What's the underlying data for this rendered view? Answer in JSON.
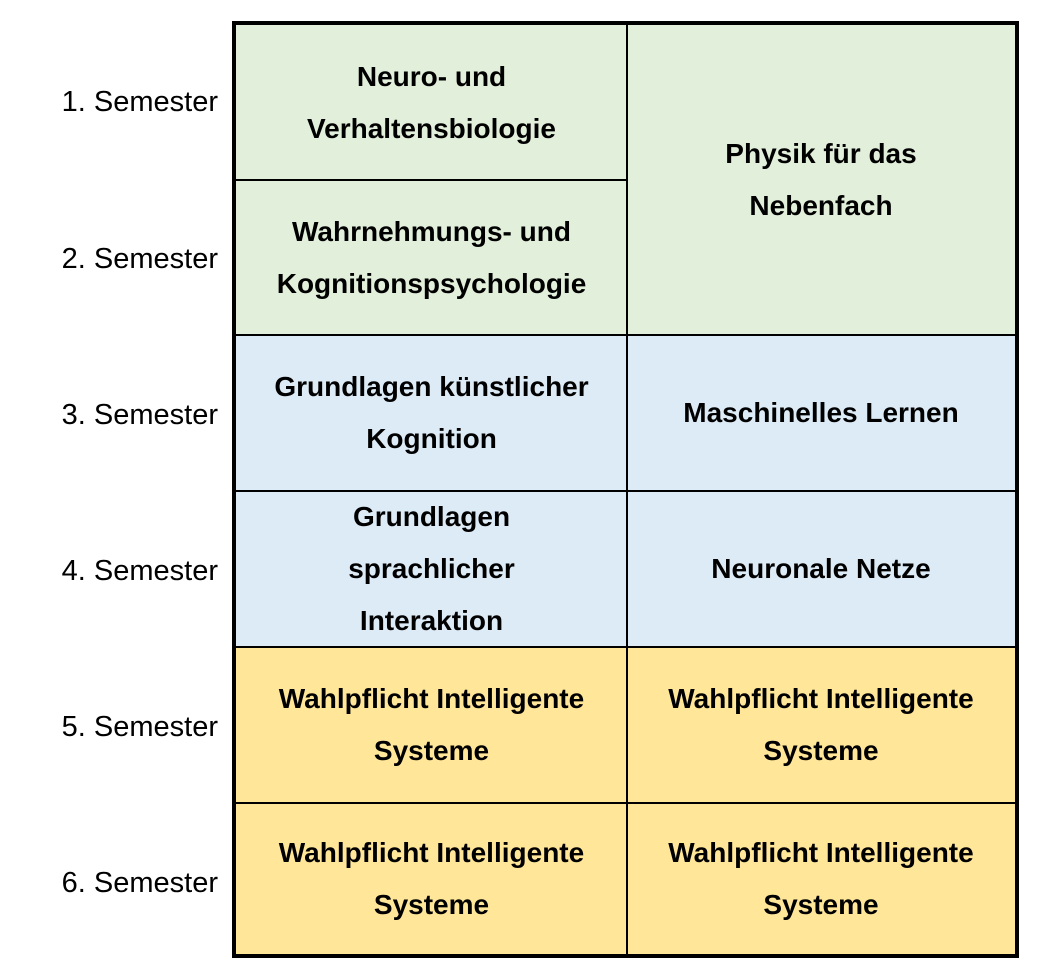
{
  "semesters": [
    "1. Semester",
    "2. Semester",
    "3. Semester",
    "4. Semester",
    "5. Semester",
    "6. Semester"
  ],
  "colors": {
    "green": "#e2efda",
    "blue": "#ddebf7",
    "yellow": "#ffe699"
  },
  "cells": {
    "s1_left": "Neuro- und Verhaltensbiologie",
    "s2_left": "Wahrnehmungs- und Kognitionspsychologie",
    "s12_right": "Physik für das Nebenfach",
    "s3_left": "Grundlagen künstlicher Kognition",
    "s3_right": "Maschinelles Lernen",
    "s4_left": "Grundlagen sprachlicher Interaktion",
    "s4_right": "Neuronale Netze",
    "s5_left": "Wahlpflicht Intelligente Systeme",
    "s5_right": "Wahlpflicht Intelligente Systeme",
    "s6_left": "Wahlpflicht Intelligente Systeme",
    "s6_right": "Wahlpflicht Intelligente Systeme"
  }
}
